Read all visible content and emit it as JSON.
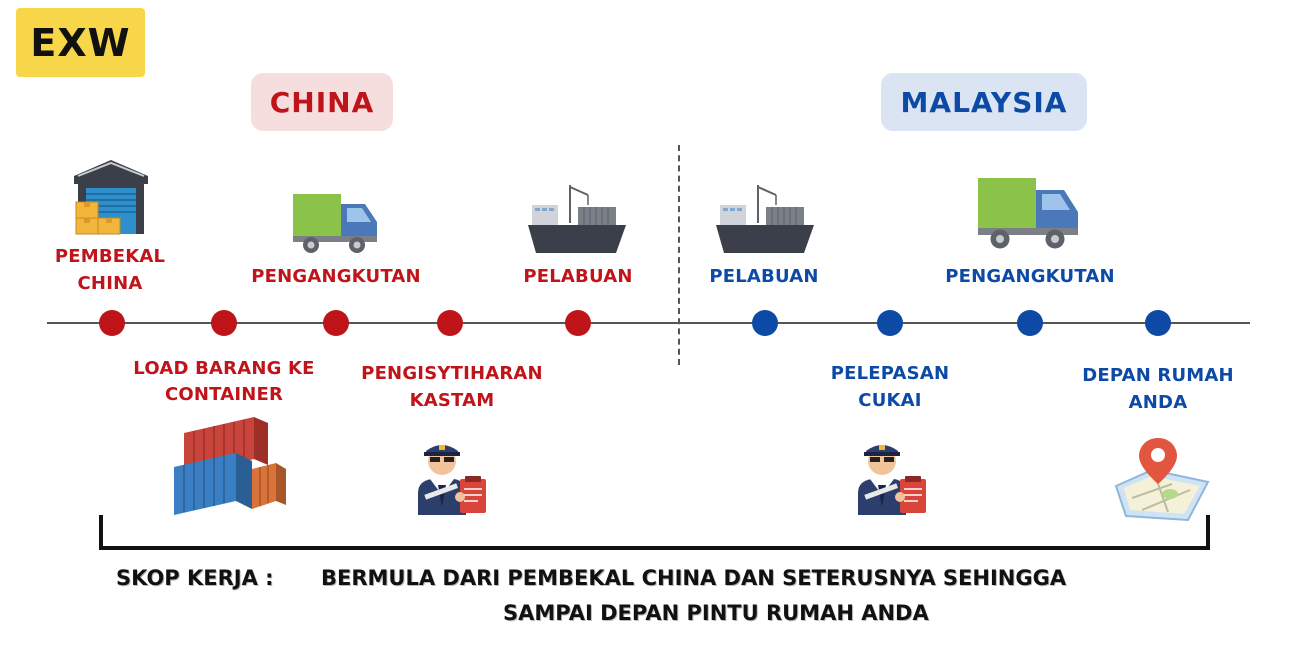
{
  "badge": {
    "text": "EXW",
    "color": "#f7d64a"
  },
  "regions": {
    "origin": {
      "label": "CHINA",
      "color": "#c0141b",
      "bg": "#f6dede"
    },
    "destination": {
      "label": "MALAYSIA",
      "color": "#0d4aa6",
      "bg": "#dbe4f3"
    }
  },
  "top_steps": [
    {
      "label_line1": "PEMBEKAL",
      "label_line2": "CHINA",
      "icon": "warehouse-icon"
    },
    {
      "label": "PENGANGKUTAN",
      "icon": "truck-icon"
    },
    {
      "label": "PELABUAN",
      "icon": "cargo-ship-icon"
    },
    {
      "label": "PELABUAN",
      "icon": "cargo-ship-icon"
    },
    {
      "label": "PENGANGKUTAN",
      "icon": "truck-icon"
    }
  ],
  "bottom_steps": [
    {
      "label_line1": "LOAD BARANG KE",
      "label_line2": "CONTAINER",
      "icon": "shipping-containers-icon"
    },
    {
      "label_line1": "PENGISYTIHARAN",
      "label_line2": "KASTAM",
      "icon": "customs-officer-icon"
    },
    {
      "label_line1": "PELEPASAN",
      "label_line2": "CUKAI",
      "icon": "customs-officer-icon"
    },
    {
      "label_line1": "DEPAN RUMAH",
      "label_line2": "ANDA",
      "icon": "map-pin-icon"
    }
  ],
  "timeline": {
    "red_dots": 5,
    "blue_dots": 4
  },
  "scope": {
    "label": "SKOP KERJA :",
    "line1": "BERMULA DARI PEMBEKAL CHINA DAN SETERUSNYA SEHINGGA",
    "line2": "SAMPAI DEPAN PINTU RUMAH ANDA"
  }
}
